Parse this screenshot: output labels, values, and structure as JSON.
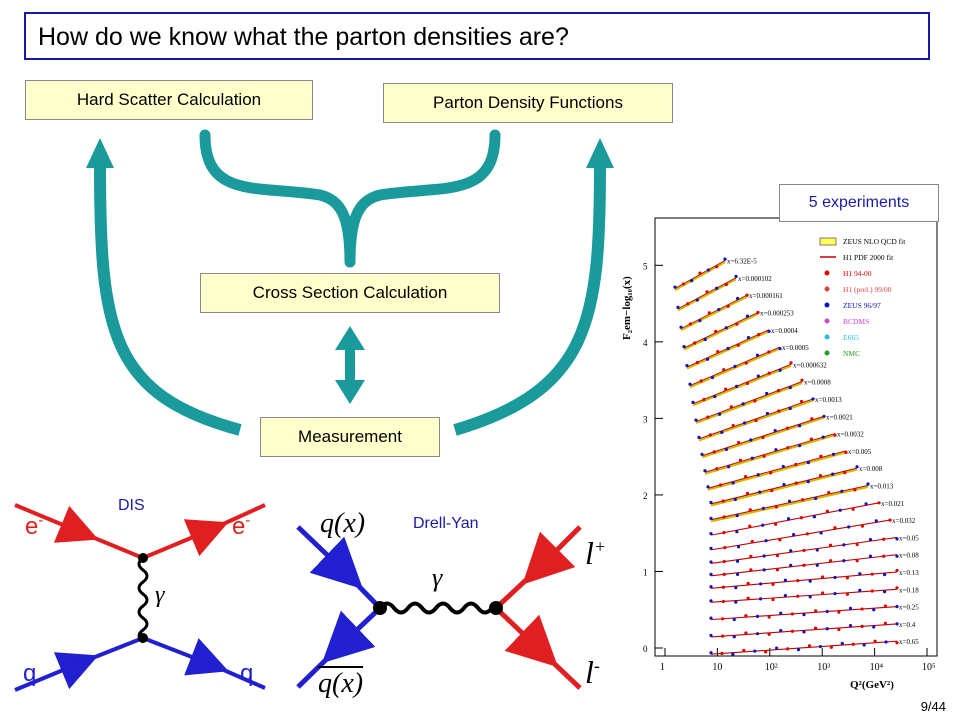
{
  "title": "How do we know what the parton densities are?",
  "boxes": {
    "hard_scatter": "Hard Scatter Calculation",
    "pdf": "Parton Density Functions",
    "cross_section": "Cross Section Calculation",
    "measurement": "Measurement"
  },
  "experiments_label": "5 experiments",
  "dis": {
    "label": "DIS",
    "electron_in": "e",
    "electron_out": "e",
    "charge": "-",
    "photon": "γ",
    "quark_in": "q",
    "quark_out": "q"
  },
  "drell_yan": {
    "label": "Drell-Yan",
    "quark": "q(x)",
    "antiquark": "q(x)",
    "photon": "γ",
    "lepton_plus": "l",
    "lepton_plus_sup": "+",
    "lepton_minus": "l",
    "lepton_minus_sup": "-"
  },
  "plot": {
    "ylabel": "F₂em−log₁₀(x)",
    "xlabel": "Q²(GeV²)",
    "y_ticks": [
      "0",
      "1",
      "2",
      "3",
      "4",
      "5"
    ],
    "x_ticks": [
      "1",
      "10",
      "10²",
      "10³",
      "10⁴",
      "10⁵"
    ],
    "legend": [
      "ZEUS NLO QCD fit",
      "H1 PDF 2000 fit",
      "H1 94-00",
      "H1 (prel.) 99/00",
      "ZEUS 96/97",
      "BCDMS",
      "E665",
      "NMC"
    ],
    "x_bins": [
      "x=6.32E-5",
      "x=0.000102",
      "x=0.000161",
      "x=0.000253",
      "x=0.0004",
      "x=0.0005",
      "x=0.000632",
      "x=0.0008",
      "x=0.0013",
      "x=0.0021",
      "x=0.0032",
      "x=0.005",
      "x=0.008",
      "x=0.013",
      "x=0.021",
      "x=0.032",
      "x=0.05",
      "x=0.08",
      "x=0.13",
      "x=0.18",
      "x=0.25",
      "x=0.4",
      "x=0.65"
    ]
  },
  "colors": {
    "arrow": "#1a9a9a",
    "electron": "#e02020",
    "quark": "#2020d0",
    "frame": "#1a1aa8",
    "box_fill": "#ffffcc"
  },
  "page_number": "9/44"
}
